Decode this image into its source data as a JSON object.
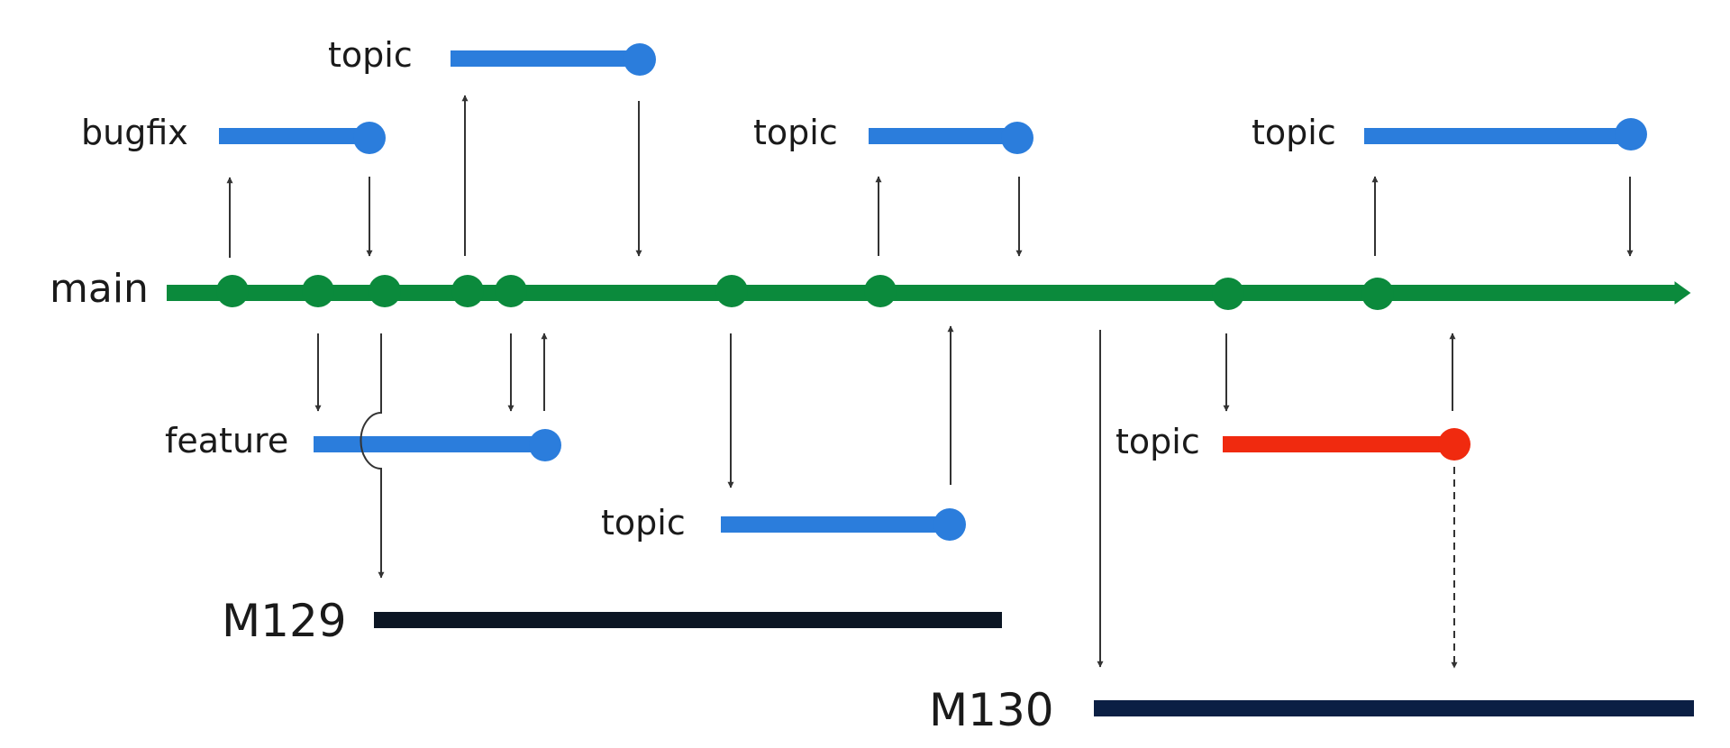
{
  "labels": {
    "main": "main",
    "bugfix": "bugfix",
    "topic1": "topic",
    "topic2": "topic",
    "topic3": "topic",
    "feature": "feature",
    "topic4": "topic",
    "topic5": "topic",
    "m129": "M129",
    "m130": "M130"
  },
  "colors": {
    "main": "#0b8a3c",
    "branch": "#2b7ddc",
    "wip_branch": "#f02a0f",
    "release_129": "#0c1624",
    "release_130": "#0b1f44",
    "arrow": "#333333"
  }
}
